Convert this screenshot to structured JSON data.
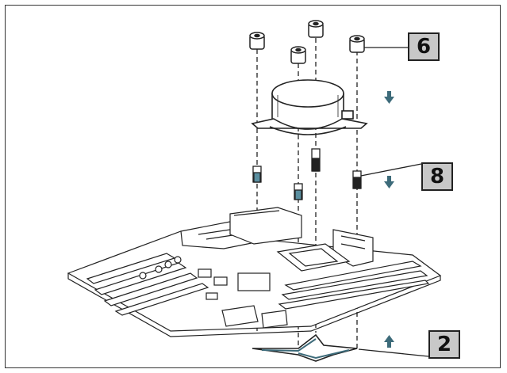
{
  "callouts": [
    {
      "id": "6",
      "label": "6"
    },
    {
      "id": "8",
      "label": "8"
    },
    {
      "id": "2",
      "label": "2"
    }
  ],
  "colors": {
    "line": "#222222",
    "arrow": "#3d6b7a",
    "callout_fill": "#c8c8c8",
    "standoff": "#5a8fa0"
  },
  "arrows": [
    {
      "name": "down-arrow-icon",
      "direction": "down"
    },
    {
      "name": "down-arrow-icon",
      "direction": "down"
    },
    {
      "name": "up-arrow-icon",
      "direction": "up"
    }
  ]
}
